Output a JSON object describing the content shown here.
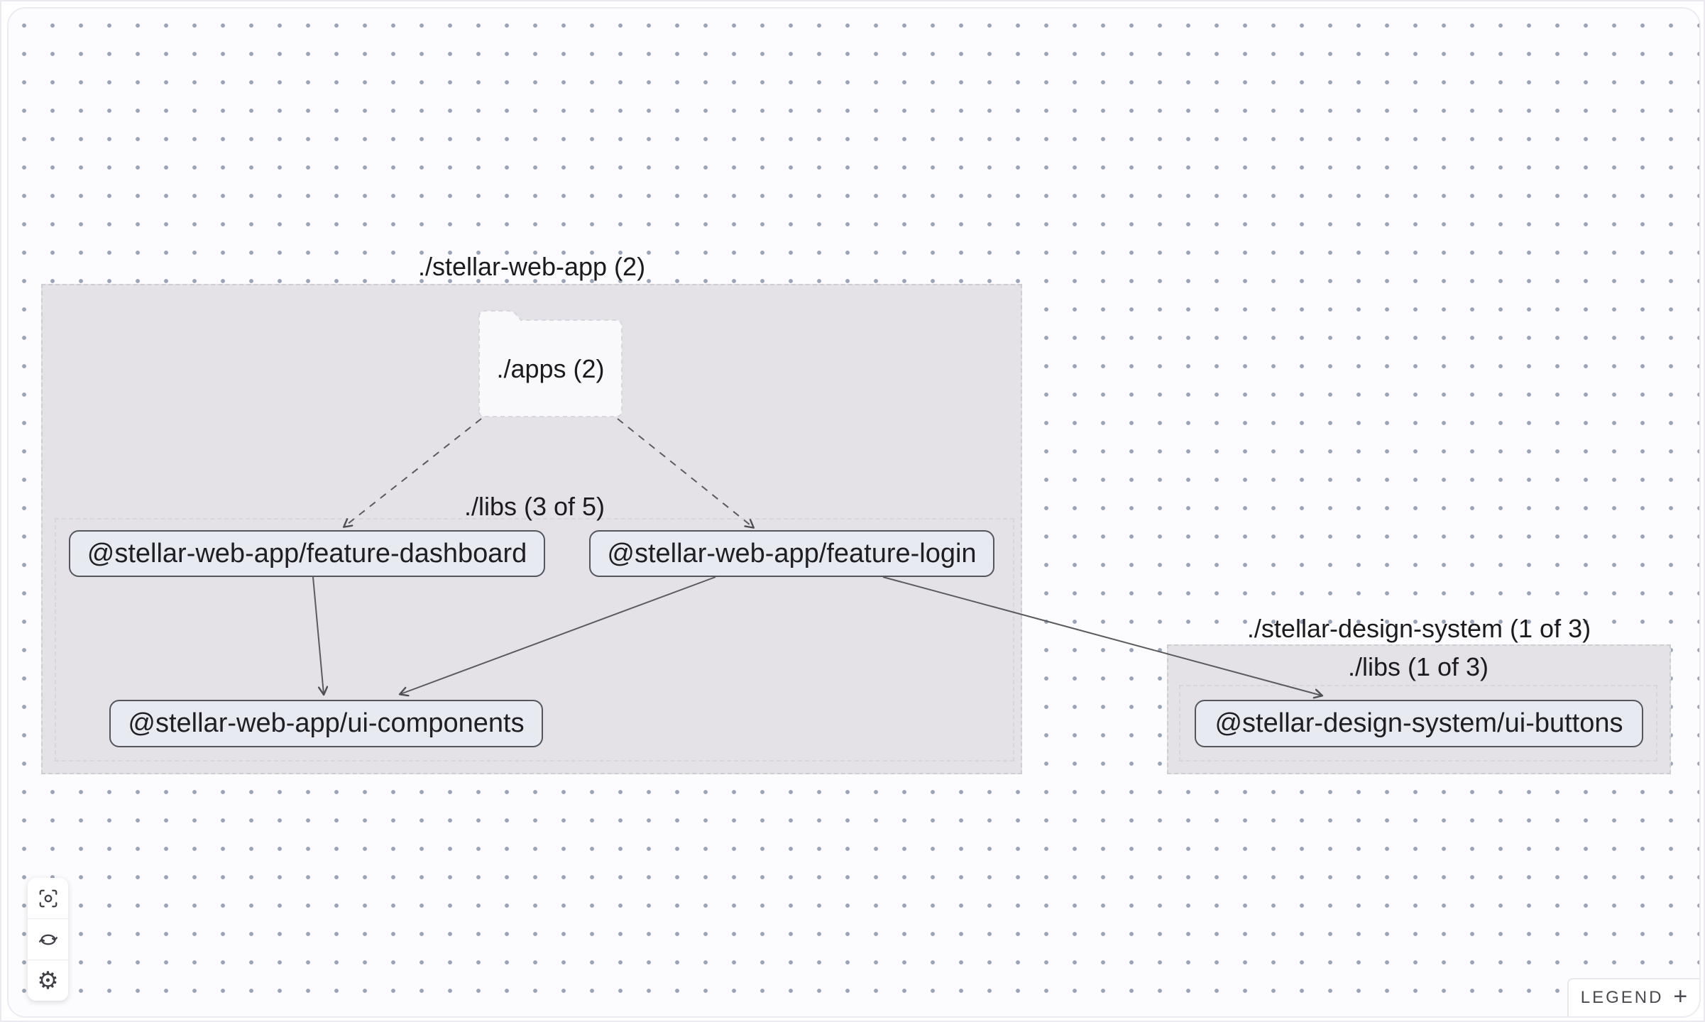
{
  "canvas": {
    "surface_color": "#fcfbfd",
    "dot_color": "#8996aa",
    "group_fill": "#e4e2e7",
    "node_fill": "#e8eaf2",
    "node_border": "#55555e",
    "edge_color": "#5a5a61"
  },
  "graph": {
    "workspace_groups": [
      {
        "id": "stellar-web-app",
        "title": "./stellar-web-app (2)"
      },
      {
        "id": "stellar-design-system",
        "title": "./stellar-design-system (1 of 3)"
      }
    ],
    "sub_groups": [
      {
        "id": "stellar-web-app-libs",
        "title": "./libs (3 of 5)"
      },
      {
        "id": "stellar-design-system-libs",
        "title": "./libs (1 of 3)"
      }
    ],
    "folder_node": {
      "id": "apps",
      "label": "./apps (2)"
    },
    "project_nodes": [
      {
        "id": "feature-dashboard",
        "label": "@stellar-web-app/feature-dashboard"
      },
      {
        "id": "feature-login",
        "label": "@stellar-web-app/feature-login"
      },
      {
        "id": "ui-components",
        "label": "@stellar-web-app/ui-components"
      },
      {
        "id": "ui-buttons",
        "label": "@stellar-design-system/ui-buttons"
      }
    ],
    "edges": [
      {
        "from": "./apps (2)",
        "to": "@stellar-web-app/feature-dashboard",
        "style": "dashed"
      },
      {
        "from": "./apps (2)",
        "to": "@stellar-web-app/feature-login",
        "style": "dashed"
      },
      {
        "from": "@stellar-web-app/feature-dashboard",
        "to": "@stellar-web-app/ui-components",
        "style": "solid"
      },
      {
        "from": "@stellar-web-app/feature-login",
        "to": "@stellar-web-app/ui-components",
        "style": "solid"
      },
      {
        "from": "@stellar-web-app/feature-login",
        "to": "@stellar-design-system/ui-buttons",
        "style": "solid"
      }
    ]
  },
  "toolbar": {
    "buttons": [
      {
        "icon": "focus-icon"
      },
      {
        "icon": "refresh-icon"
      },
      {
        "icon": "gear-icon"
      }
    ]
  },
  "legend": {
    "label": "LEGEND",
    "expand_symbol": "+"
  }
}
